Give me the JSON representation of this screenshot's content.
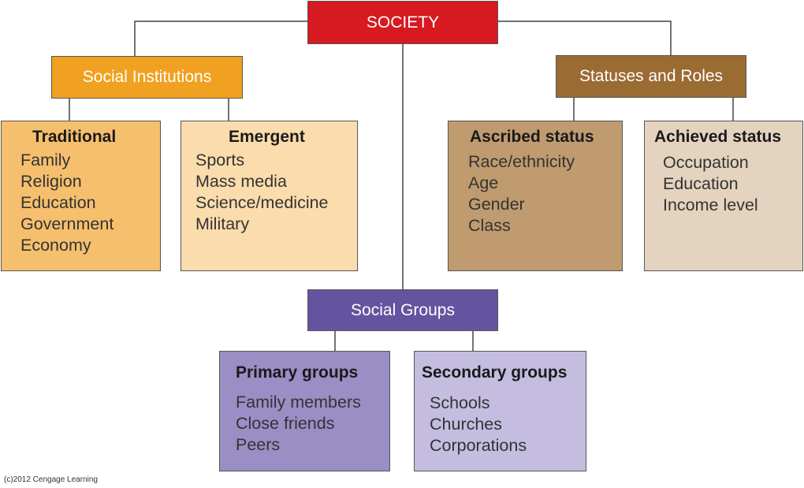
{
  "society": {
    "label": "SOCIETY",
    "color": "#d71920"
  },
  "institutions": {
    "label": "Social Institutions",
    "color": "#f0a121",
    "traditional": {
      "heading": "Traditional",
      "color": "#f6bf6e",
      "items": [
        "Family",
        "Religion",
        "Education",
        "Government",
        "Economy"
      ]
    },
    "emergent": {
      "heading": "Emergent",
      "color": "#fbdcac",
      "items": [
        "Sports",
        "Mass media",
        "Science/medicine",
        "Military"
      ]
    }
  },
  "statuses": {
    "label": "Statuses and Roles",
    "color": "#9b6b34",
    "ascribed": {
      "heading": "Ascribed status",
      "color": "#bf9b6f",
      "items": [
        "Race/ethnicity",
        "Age",
        "Gender",
        "Class"
      ]
    },
    "achieved": {
      "heading": "Achieved status",
      "color": "#e4d3be",
      "items": [
        "Occupation",
        "Education",
        "Income level"
      ]
    }
  },
  "groups": {
    "label": "Social Groups",
    "color": "#6454a0",
    "primary": {
      "heading": "Primary groups",
      "color": "#9a8ec5",
      "items": [
        "Family members",
        "Close friends",
        "Peers"
      ]
    },
    "secondary": {
      "heading": "Secondary groups",
      "color": "#c4bde0",
      "items": [
        "Schools",
        "Churches",
        "Corporations"
      ]
    }
  },
  "credit": "(c)2012 Cengage Learning"
}
